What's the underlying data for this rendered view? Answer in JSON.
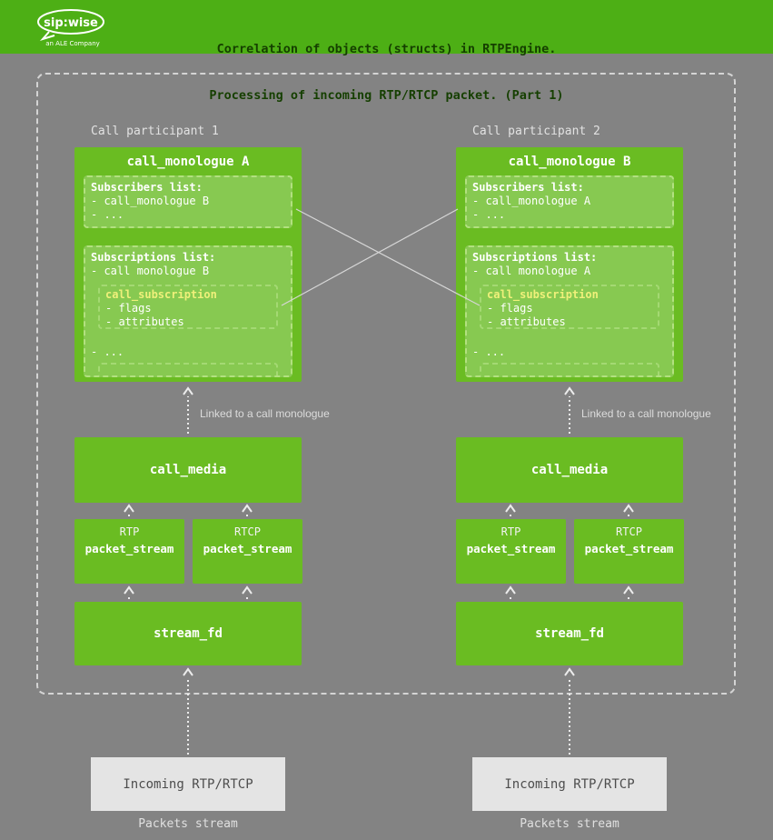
{
  "header": {
    "title_line1": "Correlation of objects (structs) in RTPEngine.",
    "title_line2": "Processing of incoming RTP/RTCP packet. (Part 1)",
    "logo_text": "sip:wise",
    "logo_subtext": "an ALE Company"
  },
  "labels": {
    "linked": "Linked to a call monologue",
    "call_media": "call_media",
    "rtp": "RTP",
    "rtcp": "RTCP",
    "packet_stream": "packet_stream",
    "stream_fd": "stream_fd",
    "incoming": "Incoming RTP/RTCP",
    "packets_stream": "Packets stream"
  },
  "participants": [
    {
      "label": "Call participant 1",
      "monologue_title": "call_monologue A",
      "subscribers_title": "Subscribers list:",
      "subscribers_item1": "- call_monologue B",
      "subscribers_item2": "- ...",
      "subscriptions_title": "Subscriptions list:",
      "subscriptions_item1": "- call monologue B",
      "subscription_title": "call_subscription",
      "subscription_item1": "- flags",
      "subscription_item2": "- attributes",
      "subscriptions_more": "- ..."
    },
    {
      "label": "Call participant 2",
      "monologue_title": "call_monologue B",
      "subscribers_title": "Subscribers list:",
      "subscribers_item1": "- call_monologue A",
      "subscribers_item2": "- ...",
      "subscriptions_title": "Subscriptions list:",
      "subscriptions_item1": "- call monologue A",
      "subscription_title": "call_subscription",
      "subscription_item1": "- flags",
      "subscription_item2": "- attributes",
      "subscriptions_more": "- ..."
    }
  ],
  "colors": {
    "header_green": "#4daf15",
    "box_green": "#6abc22",
    "subbox_green": "#87c951",
    "background_gray": "#838383",
    "subscription_yellow": "#eff07a",
    "incoming_gray": "#e4e4e4"
  }
}
